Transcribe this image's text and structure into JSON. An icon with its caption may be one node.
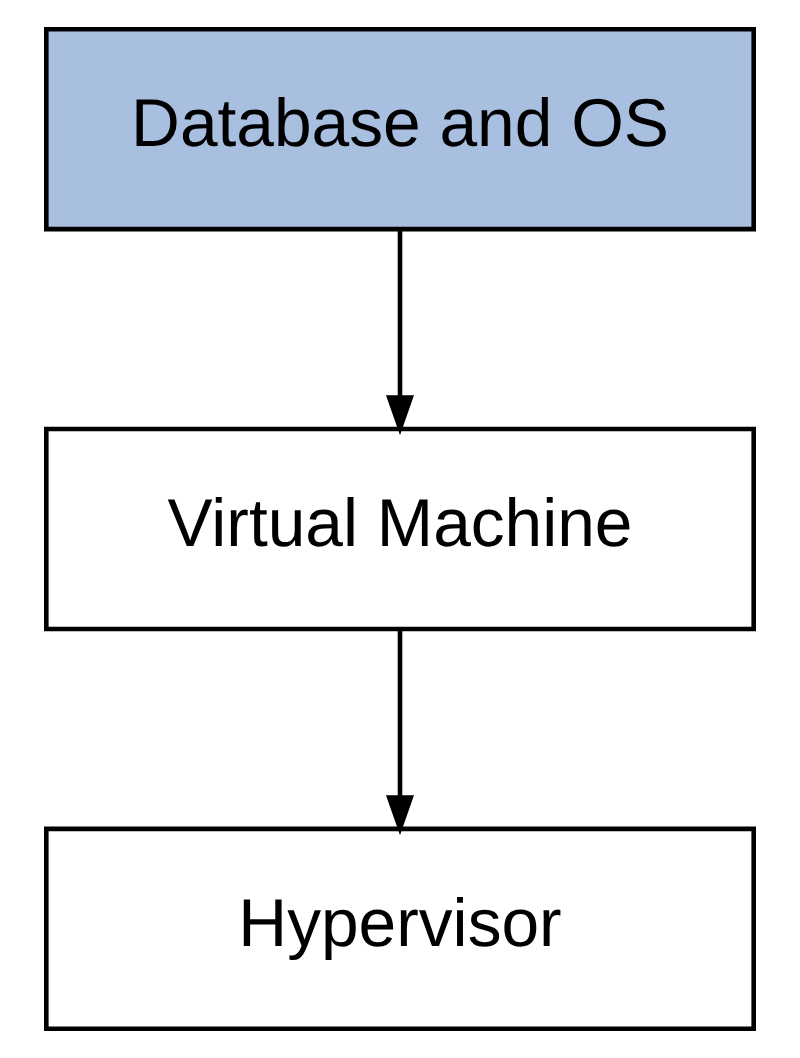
{
  "diagram": {
    "nodes": [
      {
        "text": [
          "Database and OS"
        ]
      },
      {
        "text": [
          "Virtual Machine"
        ]
      },
      {
        "text": [
          "Hypervisor"
        ]
      }
    ],
    "edges": [
      {
        "from": 0,
        "to": 1,
        "arrow": "to"
      },
      {
        "from": 1,
        "to": 2,
        "arrow": "to"
      }
    ]
  }
}
